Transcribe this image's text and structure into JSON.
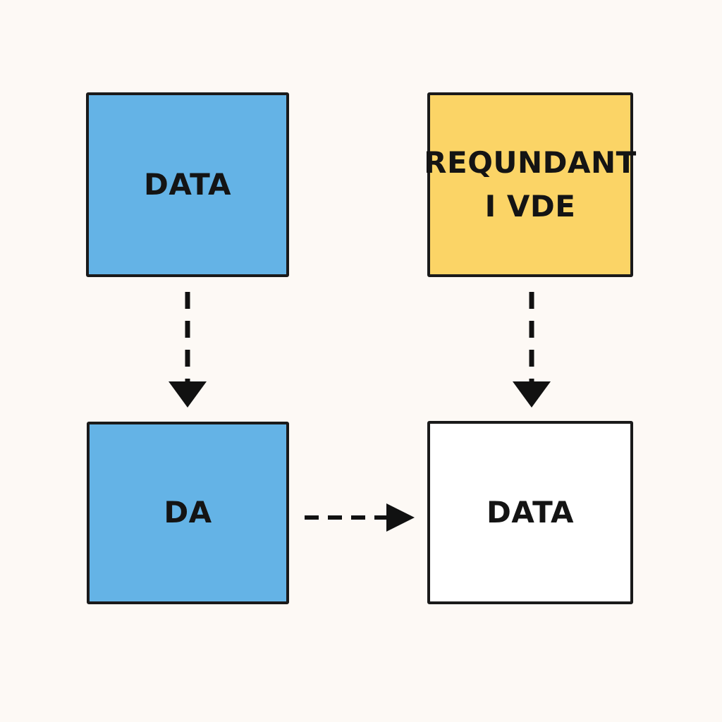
{
  "colors": {
    "background": "#fdf9f5",
    "blue_fill": "#64b3e6",
    "yellow_fill": "#fbd466",
    "white_fill": "#ffffff",
    "stroke": "#1a1a1a"
  },
  "boxes": {
    "top_left": {
      "lines": [
        "DATA"
      ],
      "fill": "blue_fill"
    },
    "top_right": {
      "lines": [
        "REQUNDANT",
        "I VDE"
      ],
      "fill": "yellow_fill"
    },
    "bottom_left": {
      "lines": [
        "DA"
      ],
      "fill": "blue_fill"
    },
    "bottom_right": {
      "lines": [
        "DATA"
      ],
      "fill": "white_fill"
    }
  },
  "arrows": [
    {
      "from": "top_left",
      "to": "bottom_left",
      "style": "dashed"
    },
    {
      "from": "top_right",
      "to": "bottom_right",
      "style": "dashed"
    },
    {
      "from": "bottom_left",
      "to": "bottom_right",
      "style": "dashed"
    }
  ]
}
